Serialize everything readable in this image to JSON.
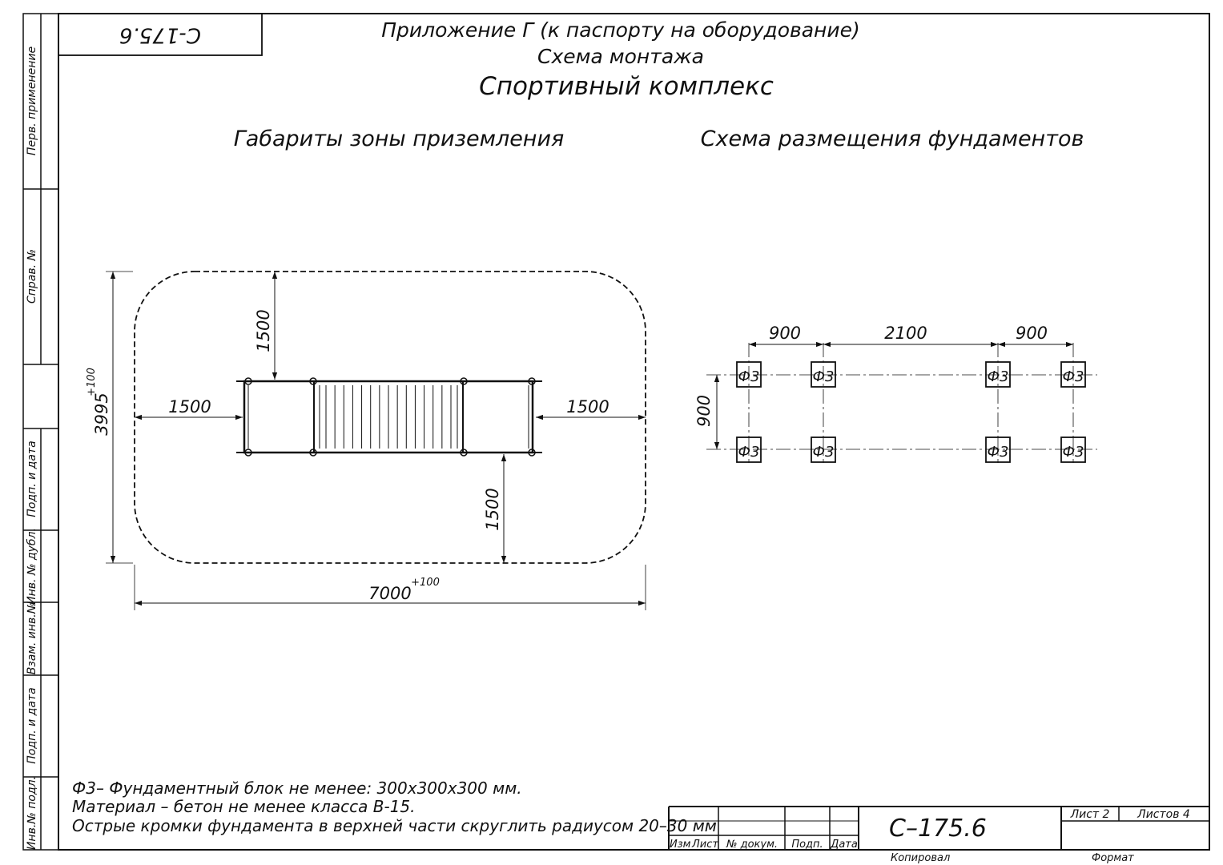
{
  "header": {
    "doc_code_mirrored": "С-175.6",
    "appendix_title": "Приложение Г (к паспорту на оборудование)",
    "scheme_title": "Схема монтажа",
    "product_name": "Спортивный комплекс"
  },
  "left_frame_labels": {
    "perv_primenenie": "Перв. применение",
    "sprav_no": "Справ. №",
    "podp_i_data_1": "Подп. и дата",
    "inv_no_dubl": "Инв. № дубл.",
    "vzam_inv_no": "Взам. инв.№",
    "podp_i_data_2": "Подп. и дата",
    "inv_no_podl": "Инв.№ подл."
  },
  "landing_zone": {
    "title": "Габариты зоны приземления",
    "dim_top": "1500",
    "dim_left": "1500",
    "dim_right": "1500",
    "dim_bottom": "1500",
    "height": "3995",
    "height_tol": "+100",
    "width": "7000",
    "width_tol": "+100",
    "ladder_rungs": 15
  },
  "foundation_plan": {
    "title": "Схема размещения фундаментов",
    "dim_1": "900",
    "dim_2": "2100",
    "dim_3": "900",
    "dim_side": "900",
    "block_label": "Ф3"
  },
  "notes": {
    "line1": "Ф3– Фундаментный блок не менее: 300х300х300 мм.",
    "line2": "Материал – бетон не менее класса В-15.",
    "line3": "Острые кромки фундамента в верхней части скруглить радиусом 20–30 мм"
  },
  "title_block": {
    "doc_code": "С–175.6",
    "izm": "Изм",
    "list": "Лист",
    "no_dokum": "№ докум.",
    "podp": "Подп.",
    "data": "Дата",
    "sheet": "Лист 2",
    "sheets": "Листов 4",
    "kopiroval": "Копировал",
    "format": "Формат"
  }
}
